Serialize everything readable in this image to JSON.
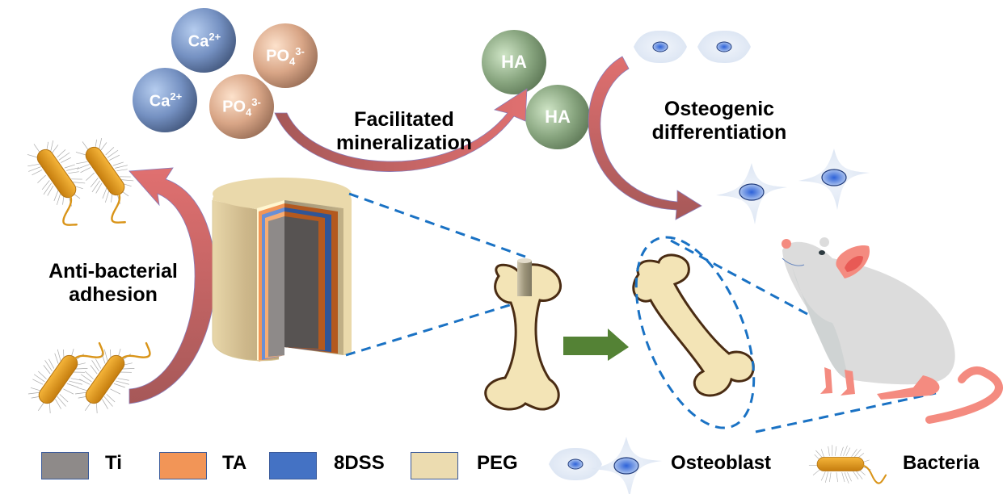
{
  "diagram": {
    "processes": {
      "mineralization": "Facilitated mineralization",
      "mineralization_line1": "Facilitated",
      "mineralization_line2": "mineralization",
      "osteogenic_line1": "Osteogenic",
      "osteogenic_line2": "differentiation",
      "antibacterial_line1": "Anti-bacterial",
      "antibacterial_line2": "adhesion"
    },
    "ions": [
      {
        "symbol": "Ca",
        "charge": "2+",
        "type": "calcium"
      },
      {
        "symbol": "PO",
        "subscript": "4",
        "charge": "3-",
        "type": "phosphate"
      },
      {
        "symbol": "Ca",
        "charge": "2+",
        "type": "calcium"
      },
      {
        "symbol": "PO",
        "subscript": "4",
        "charge": "3-",
        "type": "phosphate"
      }
    ],
    "products": [
      {
        "label": "HA"
      },
      {
        "label": "HA"
      }
    ],
    "implant_layers_inner_to_outer": [
      "Ti",
      "TA",
      "8DSS",
      "TA",
      "PEG"
    ],
    "legend": [
      {
        "label": "Ti",
        "color": "#8e8a89"
      },
      {
        "label": "TA",
        "color": "#f29557"
      },
      {
        "label": "8DSS",
        "color": "#4472c4"
      },
      {
        "label": "PEG",
        "color": "#ecdcb0"
      },
      {
        "label": "Osteoblast",
        "icon": "osteoblast-icon"
      },
      {
        "label": "Bacteria",
        "icon": "bacteria-icon"
      }
    ],
    "colors": {
      "calcium": "#6f8fbf",
      "phosphate": "#d9a687",
      "ha": "#86a27c",
      "curved_arrow": "#cf6464",
      "green_arrow": "#548235",
      "dashed_line": "#1a72c4",
      "bone": "#f3e4b6",
      "mouse": "#dcdcdc",
      "mouse_pink": "#f48b80"
    }
  }
}
